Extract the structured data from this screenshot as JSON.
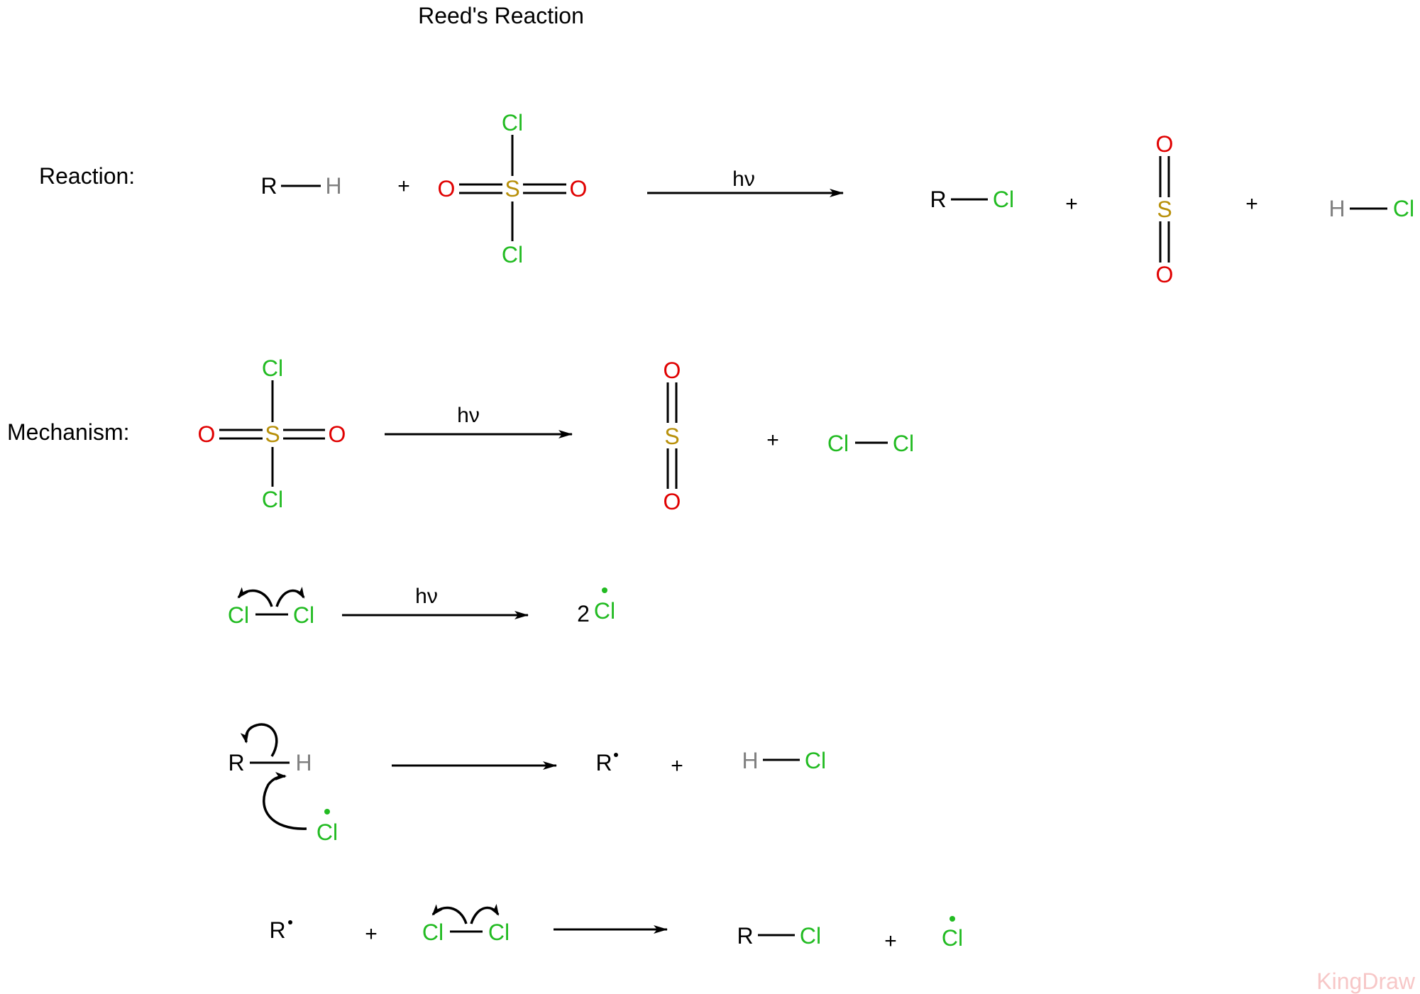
{
  "title": "Reed's Reaction",
  "labels": {
    "reaction": "Reaction:",
    "mechanism": "Mechanism:"
  },
  "symbols": {
    "R": "R",
    "H": "H",
    "Cl": "Cl",
    "O": "O",
    "S": "S",
    "plus": "+",
    "hv": "hν",
    "coef_two": "2"
  },
  "watermark": "KingDraw",
  "colors": {
    "carbon_text": "#000000",
    "hydrogen": "#808080",
    "chlorine": "#22bb22",
    "oxygen": "#e00000",
    "sulfur": "#b8900a",
    "bond": "#000000",
    "watermark": "#f7c7c7"
  }
}
